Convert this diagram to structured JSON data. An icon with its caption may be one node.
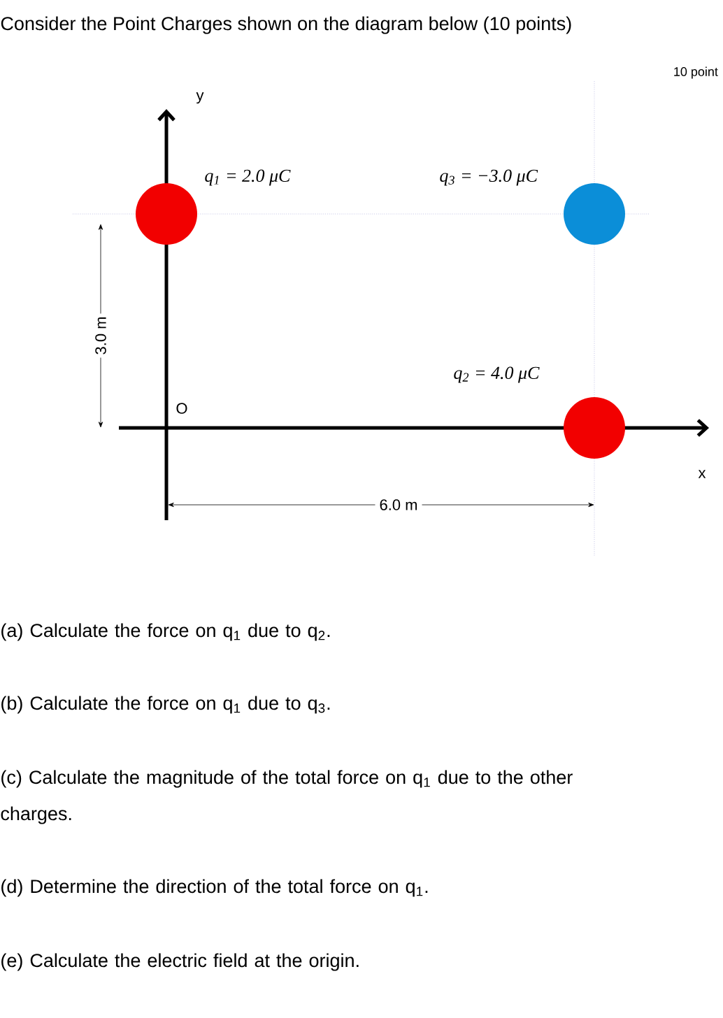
{
  "diagram": {
    "title": "Consider the Point Charges shown on the diagram below (10 points)",
    "nodes": [
      {
        "text": [],
        "shape": "circle",
        "beside": [
          "q$_{1}$ = 2.0 μC"
        ]
      },
      {
        "text": [],
        "shape": "circle",
        "beside": [
          "q$_{3}$ = −3.0 μC"
        ]
      },
      {
        "text": [],
        "shape": "circle",
        "beside": [
          "q$_{2}$ = 4.0 μC"
        ]
      }
    ],
    "edges": [],
    "labels": [
      "10 point",
      "y",
      "3.0 m",
      "O",
      "x",
      "6.0 m",
      "(a) Calculate the force on q$_{1}$ due to q$_{2}$.",
      "(b) Calculate the force on q$_{1}$ due to q$_{3}$.",
      "(c) Calculate the magnitude of the total force on q$_{1}$ due to the other charges.",
      "(d) Determine the direction of the total force on q$_{1}$.",
      "(e) Calculate the electric field at the origin."
    ]
  }
}
